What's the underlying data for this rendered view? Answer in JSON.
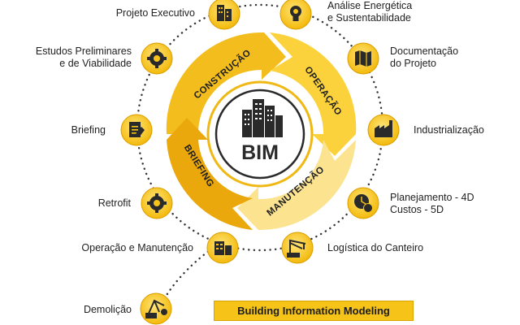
{
  "center": {
    "label": "BIM"
  },
  "segments": {
    "construcao": "CONSTRUÇÃO",
    "operacao": "OPERAÇÃO",
    "manutencao": "MANUTENÇÃO",
    "briefing": "BRIEFING"
  },
  "nodes": {
    "projeto_executivo": {
      "label": "Projeto Executivo",
      "icon": "building-plan-icon"
    },
    "analise_energetica": {
      "label_line1": "Análise Energética",
      "label_line2": "e Sustentabilidade",
      "icon": "lightbulb-icon"
    },
    "estudos_preliminares": {
      "label_line1": "Estudos Preliminares",
      "label_line2": "e de Viabilidade",
      "icon": "gear-building-icon"
    },
    "documentacao": {
      "label_line1": "Documentação",
      "label_line2": "do Projeto",
      "icon": "map-icon"
    },
    "briefing": {
      "label": "Briefing",
      "icon": "clipboard-pencil-icon"
    },
    "industrializacao": {
      "label": "Industrialização",
      "icon": "factory-icon"
    },
    "retrofit": {
      "label": "Retrofit",
      "icon": "gear-wrench-icon"
    },
    "planejamento": {
      "label_line1": "Planejamento - 4D",
      "label_line2": "Custos - 5D",
      "icon": "clock-money-icon"
    },
    "operacao_manutencao": {
      "label": "Operação e Manutenção",
      "icon": "office-building-icon"
    },
    "logistica": {
      "label": "Logística do Canteiro",
      "icon": "crane-icon"
    },
    "demolicao": {
      "label": "Demolição",
      "icon": "demolition-crane-icon"
    }
  },
  "footer": {
    "title": "Building Information Modeling"
  },
  "colors": {
    "yellow": "#f6c318",
    "gold": "#e9a90c",
    "pale": "#fbe08a",
    "dark": "#2a2a2a"
  }
}
